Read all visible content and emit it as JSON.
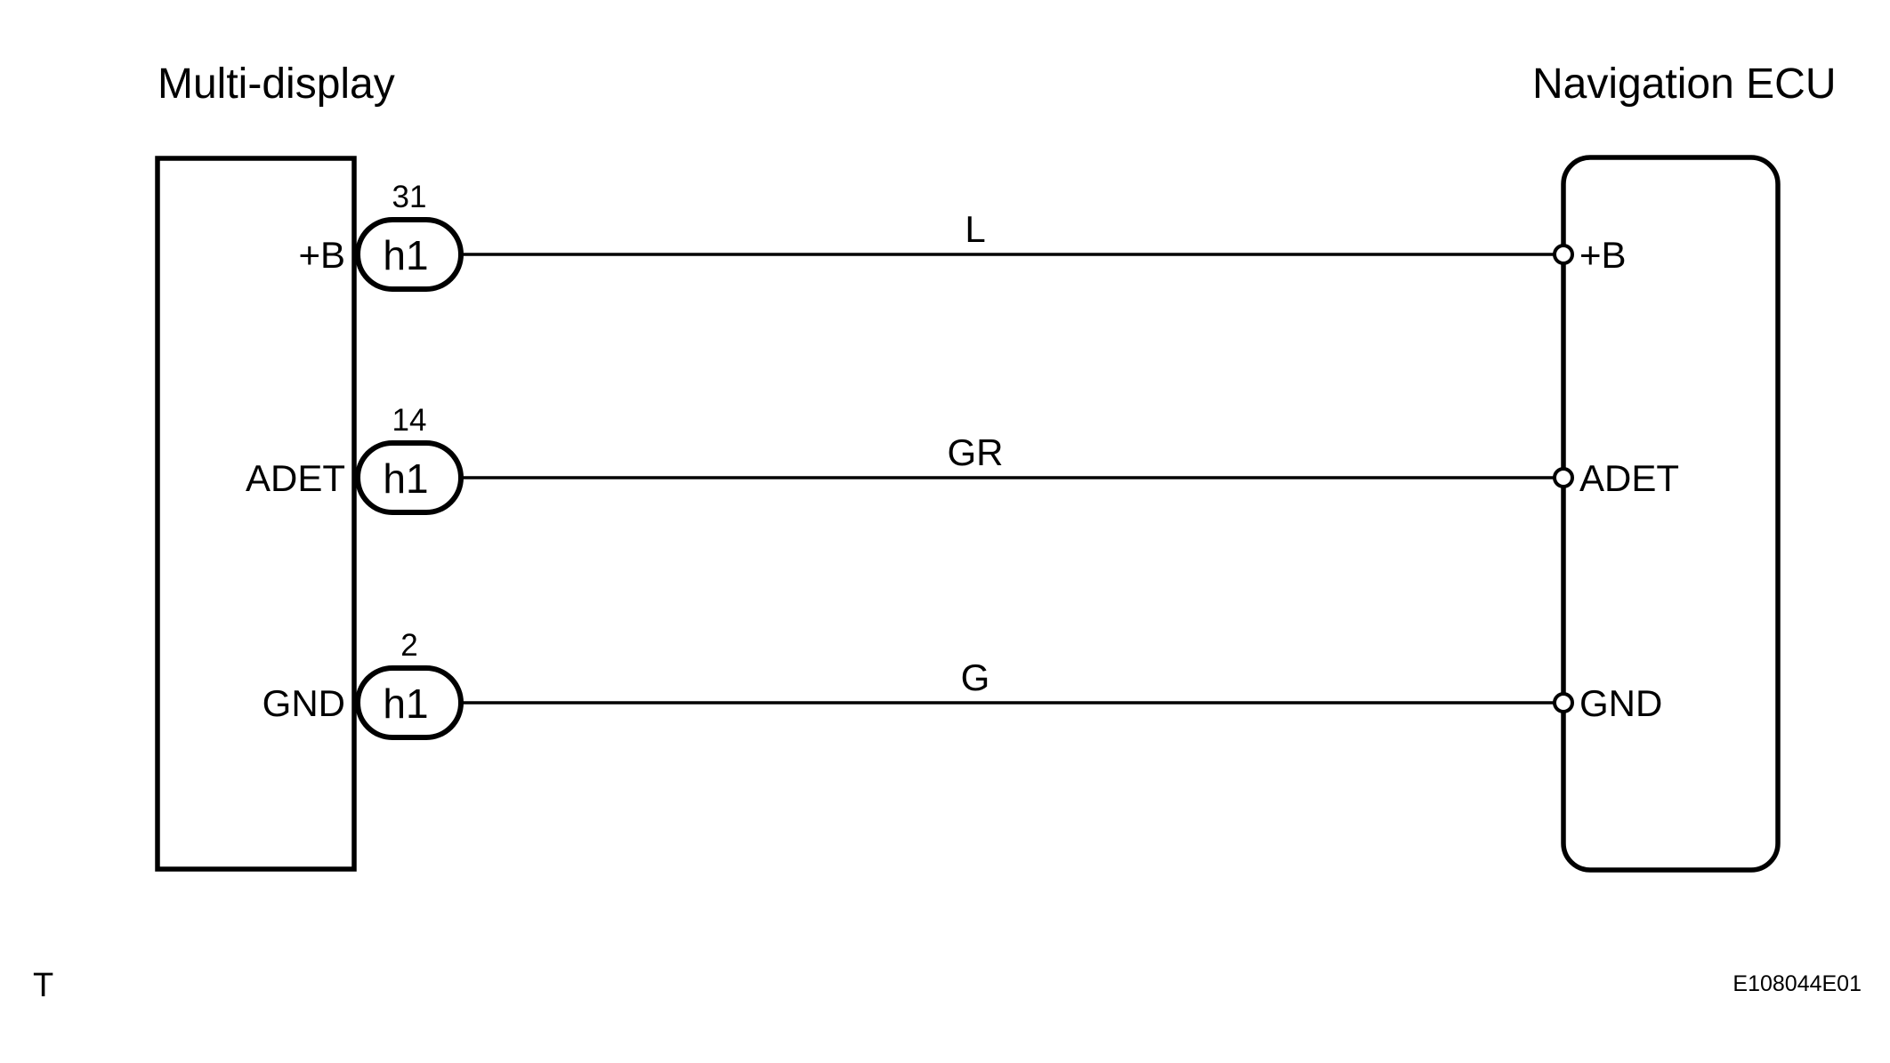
{
  "diagram": {
    "left_component": {
      "title": "Multi-display"
    },
    "right_component": {
      "title": "Navigation ECU"
    },
    "connections": [
      {
        "left_label": "+B",
        "pin_number": "31",
        "connector_code": "h1",
        "wire_color_code": "L",
        "right_label": "+B"
      },
      {
        "left_label": "ADET",
        "pin_number": "14",
        "connector_code": "h1",
        "wire_color_code": "GR",
        "right_label": "ADET"
      },
      {
        "left_label": "GND",
        "pin_number": "2",
        "connector_code": "h1",
        "wire_color_code": "G",
        "right_label": "GND"
      }
    ],
    "footer": {
      "page_marker": "T",
      "figure_code": "E108044E01"
    },
    "colors": {
      "line": "#000000",
      "background": "#ffffff"
    }
  }
}
